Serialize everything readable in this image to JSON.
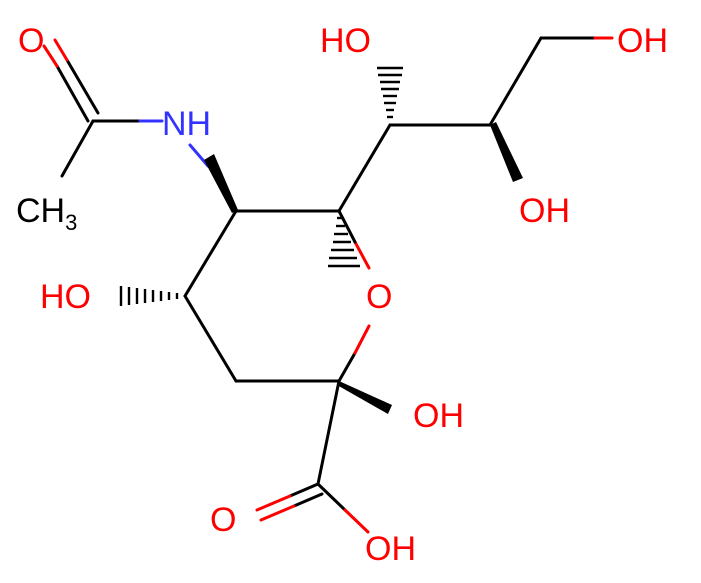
{
  "molecule": {
    "labels": {
      "oh_c7": "HO",
      "oh_c9": "OH",
      "oh_c8": "OH",
      "nh": "NH",
      "o_carbonyl_acetyl": "O",
      "ch3": "CH",
      "ch3_sub": "3",
      "ho_c4": "HO",
      "ring_o": "O",
      "oh_c2": "OH",
      "o_carbonyl_acid": "O",
      "oh_acid": "OH"
    },
    "colors": {
      "oxygen": "#ff0000",
      "nitrogen": "#3333ff",
      "carbon": "#000000"
    }
  }
}
